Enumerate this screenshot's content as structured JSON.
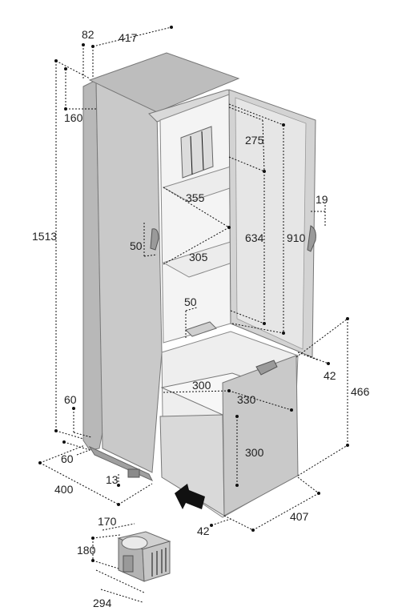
{
  "dimensions": {
    "top_depth_offset": "82",
    "top_width": "417",
    "top_small_depth": "160",
    "total_height": "1513",
    "freezer_height": "275",
    "fridge_inner_height": "634",
    "fridge_total_height": "910",
    "shelf_depth_upper": "355",
    "shelf_depth_lower": "305",
    "left_handle_height": "50",
    "door_thickness_upper": "19",
    "hinge_height": "50",
    "drawer_door_offset": "42",
    "drawer_section_height": "466",
    "drawer_depth": "300",
    "drawer_width": "330",
    "drawer_height": "300",
    "base_height": "60",
    "base_depth_offset": "60",
    "foot_height": "13",
    "overall_depth": "400",
    "overall_width_bottom": "407",
    "bottom_door_offset": "42",
    "compressor_depth": "170",
    "compressor_height": "180",
    "compressor_width": "294"
  },
  "colors": {
    "body": "#c7c7c7",
    "body_dark": "#a9a9a9",
    "top_face": "#bdbdbd",
    "interior": "#f3f3f3",
    "door": "#d2d2d2",
    "arrow": "#111111"
  },
  "icons": {
    "direction_arrow": "arrow-icon",
    "compressor": "compressor-icon"
  }
}
